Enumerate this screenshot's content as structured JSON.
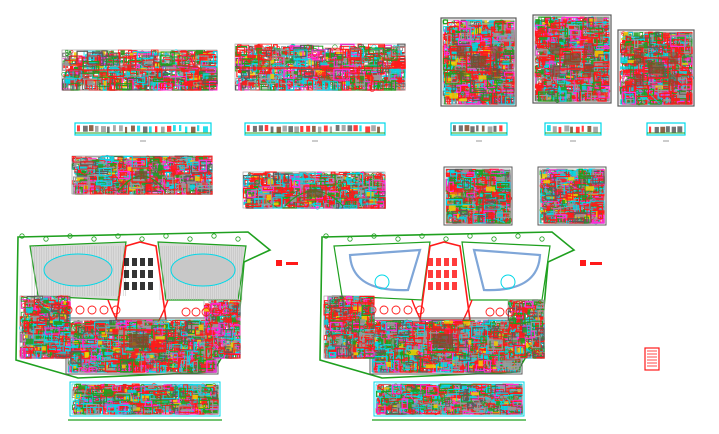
{
  "drawing": {
    "background": "#ffffff",
    "palette": {
      "red": "#ff1a1a",
      "cyan": "#00d8e8",
      "green": "#1fa01f",
      "lime": "#39d839",
      "magenta": "#ff2bd6",
      "yellow": "#f2d000",
      "gray": "#9a9a9a",
      "darkgray": "#5a5a5a",
      "lightgray": "#cfd6da",
      "black": "#111111",
      "blue": "#2d56ff",
      "brown": "#7a4a2a"
    },
    "sections": [
      "upper-floor-plan-left",
      "upper-floor-plan-right",
      "room-plan-1",
      "room-plan-2",
      "room-plan-3",
      "elevation-strip-1",
      "elevation-strip-2",
      "elevation-strip-3",
      "elevation-strip-4",
      "elevation-strip-5",
      "mid-plan-left",
      "mid-plan-center",
      "mid-plan-room-1",
      "mid-plan-room-2",
      "master-plan-left",
      "master-plan-right",
      "legend-block"
    ]
  }
}
